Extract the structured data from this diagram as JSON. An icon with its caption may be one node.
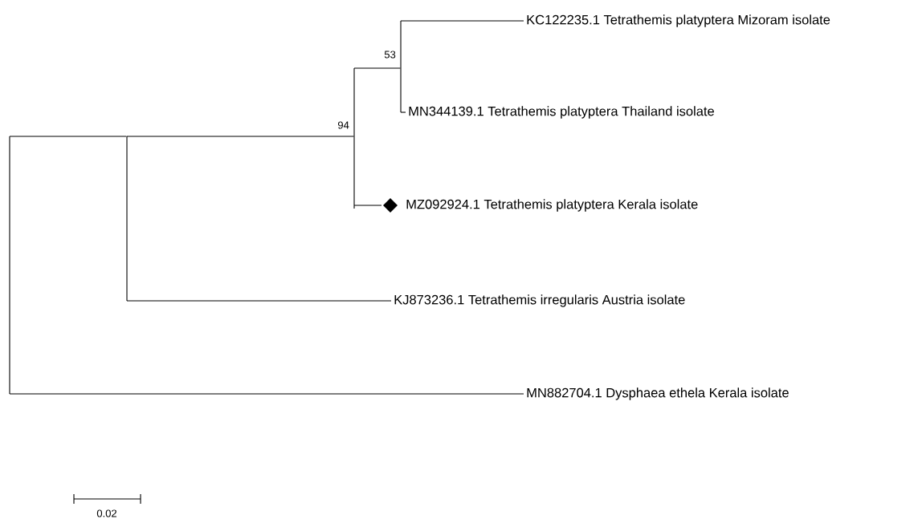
{
  "diagram": {
    "nodes": [
      {
        "text": [],
        "shape": "bar"
      },
      {
        "text": [],
        "shape": "bar"
      },
      {
        "text": [],
        "shape": "bar",
        "beside": [
          "94"
        ]
      },
      {
        "text": [],
        "shape": "bar",
        "beside": [
          "53"
        ]
      },
      {
        "text": [
          "KC122235.1 Tetrathemis platyptera Mizoram isolate"
        ]
      },
      {
        "text": [
          "MN344139.1 Tetrathemis platyptera Thailand isolate"
        ]
      },
      {
        "text": [
          "MZ092924.1 Tetrathemis platyptera Kerala isolate"
        ]
      },
      {
        "text": [
          "KJ873236.1 Tetrathemis irregularis Austria isolate"
        ]
      },
      {
        "text": [
          "MN882704.1 Dysphaea ethela Kerala isolate"
        ]
      }
    ],
    "edges": [
      {
        "from": 0,
        "to": 1,
        "arrow": "none"
      },
      {
        "from": 0,
        "to": 8,
        "arrow": "none"
      },
      {
        "from": 1,
        "to": 2,
        "arrow": "none"
      },
      {
        "from": 1,
        "to": 7,
        "arrow": "none"
      },
      {
        "from": 2,
        "to": 3,
        "arrow": "none"
      },
      {
        "from": 2,
        "to": 6,
        "arrow": "none"
      },
      {
        "from": 3,
        "to": 4,
        "arrow": "none"
      },
      {
        "from": 3,
        "to": 5,
        "arrow": "none"
      }
    ],
    "labels": [
      "0.02"
    ]
  }
}
